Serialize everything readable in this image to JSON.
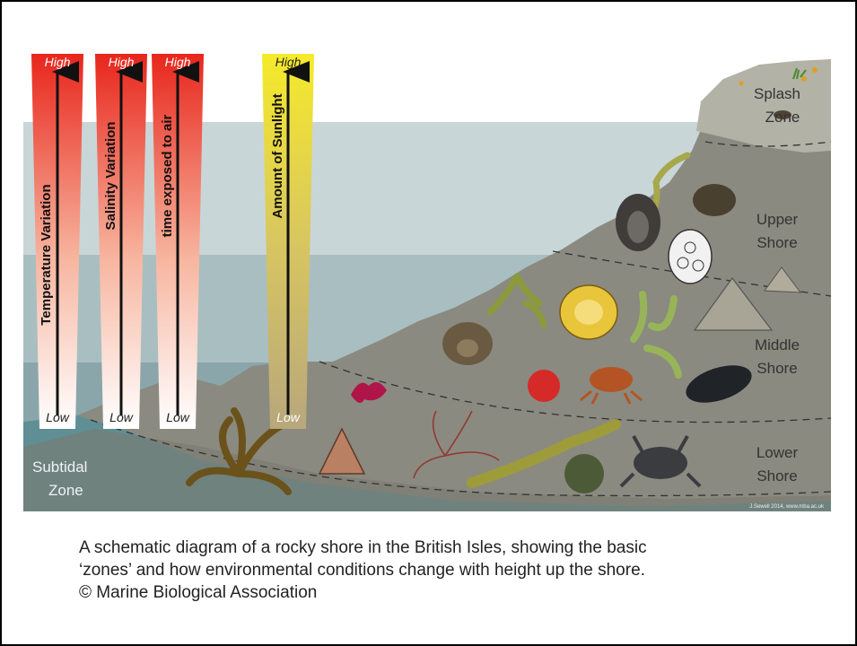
{
  "gradient_bars": [
    {
      "label": "Temperature Variation",
      "high": "High",
      "low": "Low",
      "color_top": "#e8261c",
      "color_bottom": "#ffffff"
    },
    {
      "label": "Salinity Variation",
      "high": "High",
      "low": "Low",
      "color_top": "#e8261c",
      "color_bottom": "#ffffff"
    },
    {
      "label": "time exposed to air",
      "high": "High",
      "low": "Low",
      "color_top": "#e8261c",
      "color_bottom": "#ffffff"
    },
    {
      "label": "Amount of Sunlight",
      "high": "High",
      "low": "Low",
      "color_top": "#f5ea2a",
      "color_bottom": "#b8a77c"
    }
  ],
  "zones": {
    "splash": [
      "Splash",
      "Zone"
    ],
    "upper": [
      "Upper",
      "Shore"
    ],
    "middle": [
      "Middle",
      "Shore"
    ],
    "lower": [
      "Lower",
      "Shore"
    ],
    "subtidal": [
      "Subtidal",
      "Zone"
    ]
  },
  "credit": "J.Sewell 2014, www.mba.ac.uk",
  "caption": {
    "line1": "A schematic diagram of a rocky shore in the British Isles, showing the basic",
    "line2": "‘zones’ and how environmental conditions change with height up the shore.",
    "line3": "© Marine Biological Association"
  },
  "colors": {
    "sky": "#ffffff",
    "water_light": "#c9d6d8",
    "water_mid": "#a9bec1",
    "water_deep": "#5f8f95",
    "rock": "#8a8a80"
  }
}
